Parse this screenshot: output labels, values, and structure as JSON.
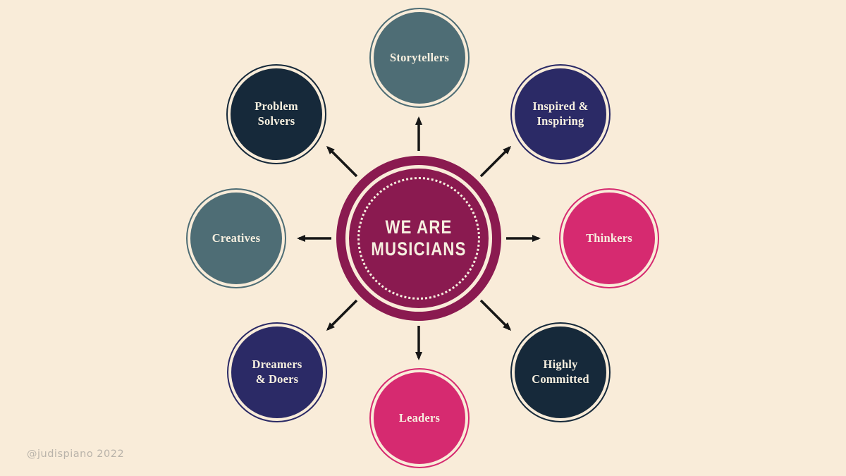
{
  "colors": {
    "background": "#f9ecd9",
    "cream_text": "#f6efdf",
    "center_circle": "#8a1a50",
    "arrow": "#161616",
    "watermark": "#b9b3aa"
  },
  "center": {
    "line1": "WE ARE",
    "line2": "MUSICIANS"
  },
  "nodes": [
    {
      "label": "Storytellers",
      "color": "#4e6d75"
    },
    {
      "label": "Problem\nSolvers",
      "color": "#16293a"
    },
    {
      "label": "Inspired &\nInspiring",
      "color": "#2b2a66"
    },
    {
      "label": "Creatives",
      "color": "#4e6d75"
    },
    {
      "label": "Thinkers",
      "color": "#d62a70"
    },
    {
      "label": "Dreamers\n& Doers",
      "color": "#2b2a66"
    },
    {
      "label": "Highly\nCommitted",
      "color": "#16293a"
    },
    {
      "label": "Leaders",
      "color": "#d62a70"
    }
  ],
  "watermark": "@judispiano 2022"
}
